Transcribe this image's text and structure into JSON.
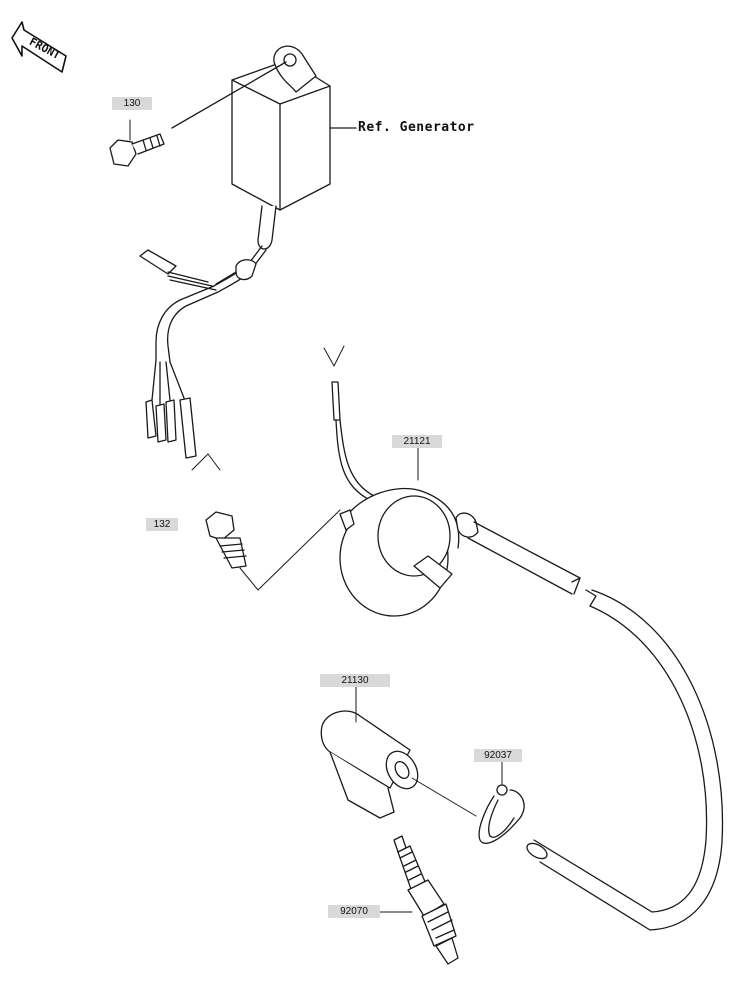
{
  "diagram": {
    "front_label": "FRONT",
    "ref_generator": "Ref. Generator",
    "callouts": [
      {
        "id": "130",
        "label": "130"
      },
      {
        "id": "132",
        "label": "132"
      },
      {
        "id": "21121",
        "label": "21121"
      },
      {
        "id": "21130",
        "label": "21130"
      },
      {
        "id": "92037",
        "label": "92037"
      },
      {
        "id": "92070",
        "label": "92070"
      }
    ]
  }
}
